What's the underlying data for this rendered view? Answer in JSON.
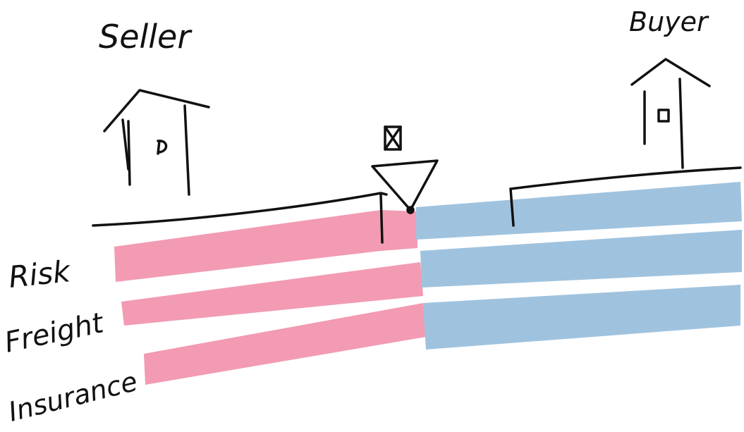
{
  "parties": {
    "seller": "Seller",
    "buyer": "Buyer"
  },
  "rows": [
    {
      "label": "Risk",
      "seller_color": "#f29bb3",
      "buyer_color": "#9fc3df"
    },
    {
      "label": "Freight",
      "seller_color": "#f29bb3",
      "buyer_color": "#9fc3df"
    },
    {
      "label": "Insurance",
      "seller_color": "#f29bb3",
      "buyer_color": "#9fc3df"
    }
  ],
  "colors": {
    "ink": "#111111",
    "seller_band": "#f29bb3",
    "buyer_band": "#9fc3df"
  },
  "icons": {
    "seller_building": "house-icon",
    "buyer_building": "house-icon",
    "ship": "ship-icon"
  }
}
